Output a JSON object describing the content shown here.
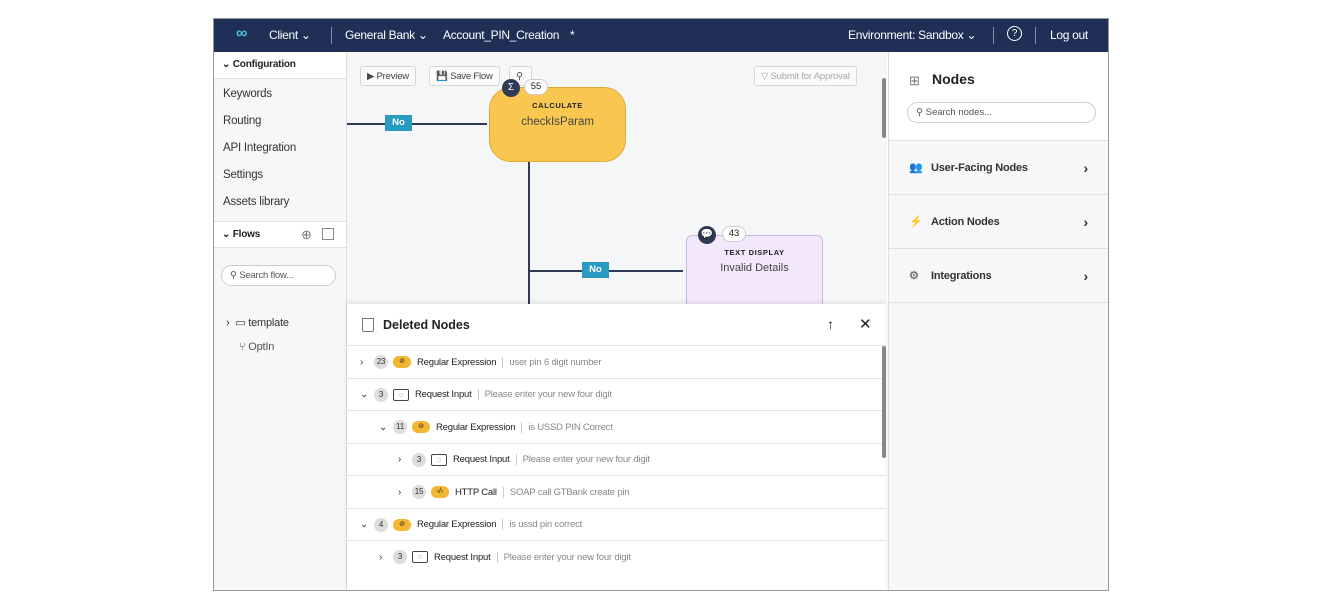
{
  "header": {
    "client": "Client",
    "bank": "General Bank",
    "flow_name": "Account_PIN_Creation",
    "unsaved": "*",
    "environment": "Environment: Sandbox",
    "logout": "Log out"
  },
  "sidebar": {
    "configuration": "Configuration",
    "items": [
      "Keywords",
      "Routing",
      "API Integration",
      "Settings",
      "Assets library"
    ],
    "flows": "Flows",
    "search_placeholder": "Search flow...",
    "tree": [
      {
        "label": "template"
      },
      {
        "label": "OptIn"
      }
    ]
  },
  "toolbar": {
    "preview": "Preview",
    "save": "Save Flow",
    "submit": "Submit for Approval"
  },
  "canvas": {
    "nodes": [
      {
        "type": "CALCULATE",
        "name": "checkIsParam",
        "count": "55",
        "color": "#f9c74f"
      },
      {
        "type": "TEXT DISPLAY",
        "name": "Invalid Details",
        "count": "43",
        "color": "#f3e8fb"
      }
    ],
    "edge_labels": [
      "No",
      "No"
    ]
  },
  "deleted": {
    "title": "Deleted Nodes",
    "rows": [
      {
        "count": "23",
        "type": "Regular Expression",
        "desc": "user pin 6 digit number",
        "expanded": false,
        "icon": "regex"
      },
      {
        "count": "3",
        "type": "Request Input",
        "desc": "Please enter your new four digit",
        "expanded": true,
        "icon": "input"
      },
      {
        "count": "11",
        "type": "Regular Expression",
        "desc": "is USSD PIN Correct",
        "expanded": true,
        "icon": "regex"
      },
      {
        "count": "3",
        "type": "Request Input",
        "desc": "Please enter your new four digit",
        "expanded": false,
        "icon": "input"
      },
      {
        "count": "15",
        "type": "HTTP Call",
        "desc": "SOAP call GTBank create pin",
        "expanded": false,
        "icon": "http"
      },
      {
        "count": "4",
        "type": "Regular Expression",
        "desc": "is ussd pin correct",
        "expanded": true,
        "icon": "regex"
      },
      {
        "count": "3",
        "type": "Request Input",
        "desc": "Please enter your new four digit",
        "expanded": false,
        "icon": "input"
      }
    ]
  },
  "nodes_panel": {
    "title": "Nodes",
    "search_placeholder": "Search nodes...",
    "categories": [
      "User-Facing Nodes",
      "Action Nodes",
      "Integrations"
    ]
  }
}
